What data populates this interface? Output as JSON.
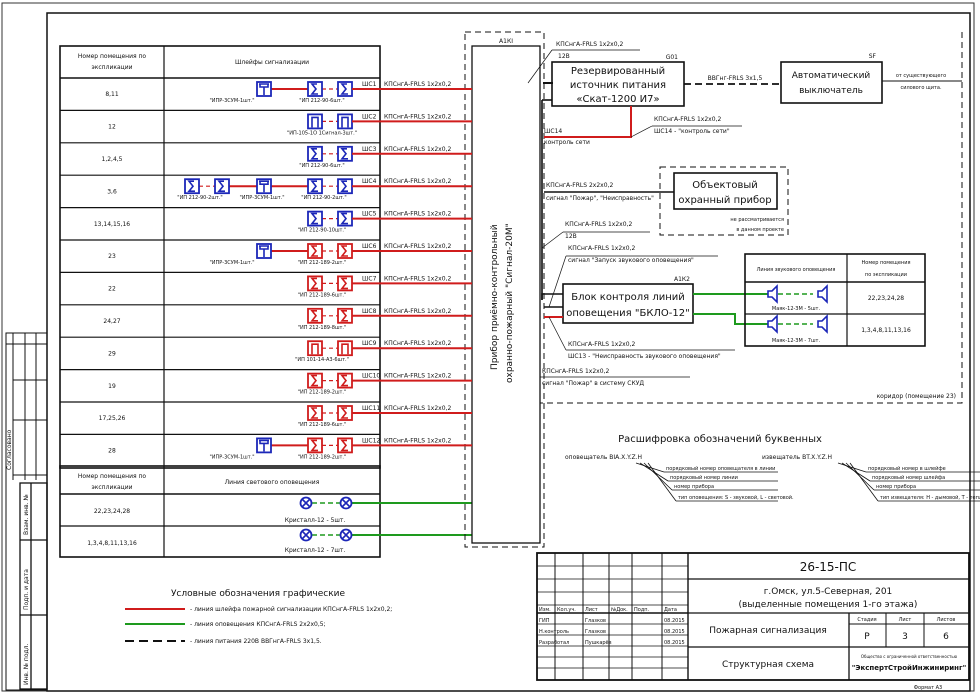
{
  "sheet": {
    "code": "26-15-ПС",
    "address_line1": "г.Омск, ул.5-Северная, 201",
    "address_line2": "(выделенные помещения 1-го этажа)",
    "system": "Пожарная сигнализация",
    "drawing": "Структурная схема",
    "stage_label": "Стадия",
    "stage": "Р",
    "sheet_label": "Лист",
    "sheet_no": "3",
    "sheets_label": "Листов",
    "sheets_total": "6",
    "company_caption": "Общество с ограниченной ответственностью",
    "company": "\"ЭкспертСтройИнжиниринг\"",
    "format": "Формат А3",
    "stamp_headers": [
      "Изм.",
      "Кол.уч.",
      "Лист",
      "№Док.",
      "Подп.",
      "Дата"
    ],
    "signers": [
      {
        "role": "ГИП",
        "name": "Глазков",
        "date": "08.2015"
      },
      {
        "role": "Н.контроль",
        "name": "Глазков",
        "date": "08.2015"
      },
      {
        "role": "Разработал",
        "name": "Пушкарёв",
        "date": "08.2015"
      }
    ],
    "side_labels": [
      "Согласовано",
      "Взам. инв. №",
      "Подп. и дата",
      "Инв. № подл."
    ]
  },
  "loops_table": {
    "header_room": "Номер помещения по экспликации",
    "header_loops": "Шлейфы сигнализации",
    "cable": "КПСнгА-FRLS 1x2x0,2",
    "rows": [
      {
        "room": "8,11",
        "loop": "ШС1",
        "devices": [
          "ИПР-3СУМ-1шт.",
          "ИП 212-90-6шт."
        ],
        "kinds": [
          "manual",
          "smoke",
          "smoke"
        ],
        "color": "blue"
      },
      {
        "room": "12",
        "loop": "ШС2",
        "devices": [
          "ИП-105-1О 1Сигнал-3шт."
        ],
        "kinds": [
          "heat",
          "heat"
        ],
        "color": "blue"
      },
      {
        "room": "1,2,4,5",
        "loop": "ШС3",
        "devices": [
          "ИП 212-90-6шт."
        ],
        "kinds": [
          "smoke",
          "smoke"
        ],
        "color": "blue"
      },
      {
        "room": "3,6",
        "loop": "ШС4",
        "devices": [
          "ИП 212-90-2шт.",
          "ИПР-3СУМ-1шт.",
          "ИП 212-90-2шт."
        ],
        "kinds": [
          "smoke",
          "smoke",
          "manual",
          "smoke",
          "smoke"
        ],
        "color": "blue"
      },
      {
        "room": "13,14,15,16",
        "loop": "ШС5",
        "devices": [
          "ИП 212-90-10шт."
        ],
        "kinds": [
          "smoke",
          "smoke"
        ],
        "color": "blue"
      },
      {
        "room": "23",
        "loop": "ШС6",
        "devices": [
          "ИПР-3СУМ-1шт.",
          "ИП 212-189-2шт."
        ],
        "kinds": [
          "manual",
          "smoke",
          "smoke"
        ],
        "color": "red"
      },
      {
        "room": "22",
        "loop": "ШС7",
        "devices": [
          "ИП 212-189-6шт."
        ],
        "kinds": [
          "smoke",
          "smoke"
        ],
        "color": "red"
      },
      {
        "room": "24,27",
        "loop": "ШС8",
        "devices": [
          "ИП 212-189-8шт."
        ],
        "kinds": [
          "smoke",
          "smoke"
        ],
        "color": "red"
      },
      {
        "room": "29",
        "loop": "ШС9",
        "devices": [
          "ИП 101-14-А3-6шт."
        ],
        "kinds": [
          "heat",
          "heat"
        ],
        "color": "red"
      },
      {
        "room": "19",
        "loop": "ШС10",
        "devices": [
          "ИП 212-189-2шт."
        ],
        "kinds": [
          "smoke",
          "smoke"
        ],
        "color": "red"
      },
      {
        "room": "17,25,26",
        "loop": "ШС11",
        "devices": [
          "ИП 212-189-6шт."
        ],
        "kinds": [
          "smoke",
          "smoke"
        ],
        "color": "red"
      },
      {
        "room": "28",
        "loop": "ШС12",
        "devices": [
          "ИПР-3СУМ-1шт.",
          "ИП 212-189-2шт."
        ],
        "kinds": [
          "manual",
          "smoke",
          "smoke"
        ],
        "color": "red"
      }
    ]
  },
  "light_table": {
    "header_room": "Номер помещения по экспликации",
    "header_line": "Линия светового оповещения",
    "rows": [
      {
        "room": "22,23,24,28",
        "device": "Кристалл-12 - 5шт."
      },
      {
        "room": "1,3,4,8,11,13,16",
        "device": "Кристалл-12 - 7шт."
      }
    ]
  },
  "sound_table": {
    "header_line": "Линия звукового оповещения",
    "header_room": "Номер помещения по экспликации",
    "rows": [
      {
        "room": "22,23,24,28",
        "device": "Маяк-12-ЗМ - 5шт."
      },
      {
        "room": "1,3,4,8,11,13,16",
        "device": "Маяк-12-ЗМ - 7шт."
      }
    ]
  },
  "panel": {
    "tag": "А1КI",
    "label_line1": "Прибор приёмно-контрольный",
    "label_line2": "охранно-пожарный \"Сигнал-20М\""
  },
  "psu": {
    "tag": "G01",
    "line1": "Резервированный",
    "line2": "источник питания",
    "line3": "«Скат-1200 И7»",
    "cable_top": "КПСнгА-FRLS 1x2x0,2",
    "voltage": "12В",
    "power_cable": "ВВГнг-FRLS 3x1,5",
    "loop14": "ШС14",
    "loop14_note": "контроль сети",
    "loop14_cable": "КПСнгА-FRLS 1x2x0,2",
    "loop14_desc": "ШС14 - \"контроль сети\""
  },
  "breaker": {
    "tag": "SF",
    "line1": "Автоматический",
    "line2": "выключатель",
    "feed_line1": "от существующего",
    "feed_line2": "силового щита."
  },
  "security_device": {
    "line1": "Объектовый",
    "line2": "охранный прибор",
    "note1": "не рассматривается",
    "note2": "в данном проекте",
    "cable": "КПСнгА-FRLS 2x2x0,2",
    "signal": "сигнал \"Пожар\", \"Неисправность\""
  },
  "bklo": {
    "tag": "А1К2",
    "line1": "Блок контроля линий",
    "line2": "оповещения \"БКЛО-12\"",
    "cable_12v": "КПСнгА-FRLS 1x2x0,2",
    "voltage": "12В",
    "cable_start": "КПСнгА-FRLS 1x2x0,2",
    "signal_start": "сигнал \"Запуск звукового оповещения\"",
    "cable_fault": "КПСнгА-FRLS 1x2x0,2",
    "loop13_desc": "ШС13 - \"Неисправность звукового оповещения\"",
    "cable_skud": "КПСнгА-FRLS 1x2x0,2",
    "signal_skud": "сигнал \"Пожар\" в систему СКУД"
  },
  "corridor_label": "коридор (помещение 23)",
  "legend": {
    "title": "Условные обозначения графические",
    "items": [
      {
        "style": "red",
        "text": "- линия шлейфа пожарной сигнализации КПСнгА-FRLS 1x2x0,2;"
      },
      {
        "style": "green",
        "text": "- линия оповещения КПСнгА-FRLS 2x2x0,5;"
      },
      {
        "style": "dashed",
        "text": "- линия питания 220В ВВГнгА-FRLS 3x1,5."
      }
    ]
  },
  "decoding": {
    "title": "Расшифровка обозначений буквенных",
    "left_title": "оповещатель BIA.X.Y.Z.H",
    "left_items": [
      "порядковый номер оповещателя в линии",
      "порядковый номер линии",
      "номер прибора",
      "тип оповещения: S - звуковой, L - световой."
    ],
    "right_title": "извещатель BT.X.Y.Z.H",
    "right_items": [
      "порядковый номер в шлейфе",
      "порядковый номер шлейфа",
      "номер прибора",
      "тип извещателя: H - дымовой, T - тепловой, R - ручной."
    ]
  },
  "colors": {
    "loop_red": "#d01c1c",
    "notify_green": "#1e9a1e",
    "device_blue": "#1c27b8",
    "ink": "#111111"
  }
}
